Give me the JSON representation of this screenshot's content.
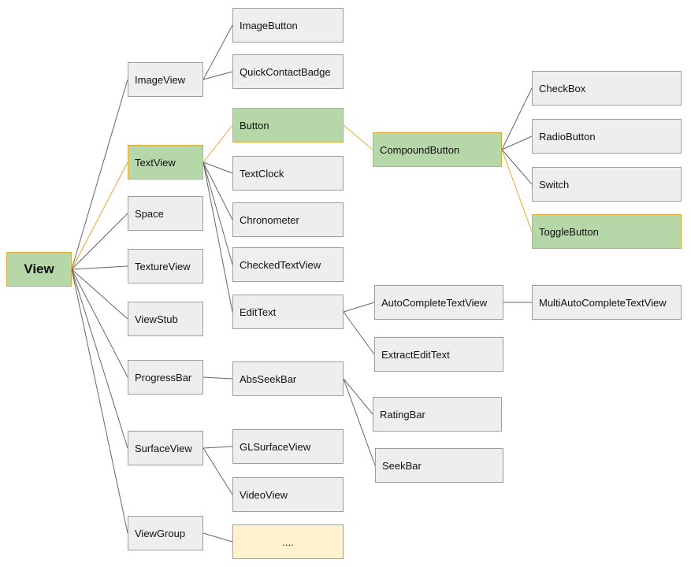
{
  "colors": {
    "node_fill": "#eeeeee",
    "node_border": "#9e9e9e",
    "highlight_fill": "#b6d7a8",
    "highlight_border": "#e6a935",
    "placeholder_fill": "#fff2cc",
    "edge": "#666666",
    "highlight_edge": "#e6a935"
  },
  "nodes": {
    "view": "View",
    "imageview": "ImageView",
    "textview": "TextView",
    "space": "Space",
    "textureview": "TextureView",
    "viewstub": "ViewStub",
    "progressbar": "ProgressBar",
    "surfaceview": "SurfaceView",
    "viewgroup": "ViewGroup",
    "imagebutton": "ImageButton",
    "quickcontactbadge": "QuickContactBadge",
    "button": "Button",
    "textclock": "TextClock",
    "chronometer": "Chronometer",
    "checkedtextview": "CheckedTextView",
    "edittext": "EditText",
    "absseekbar": "AbsSeekBar",
    "glsurfaceview": "GLSurfaceView",
    "videoview": "VideoView",
    "more": "....",
    "compoundbutton": "CompoundButton",
    "autocompletetextview": "AutoCompleteTextView",
    "extractedittext": "ExtractEditText",
    "ratingbar": "RatingBar",
    "seekbar": "SeekBar",
    "checkbox": "CheckBox",
    "radiobutton": "RadioButton",
    "switch": "Switch",
    "togglebutton": "ToggleButton",
    "multiautocompletetextview": "MultiAutoCompleteTextView"
  },
  "edges": [
    {
      "from": "view",
      "to": "imageview",
      "highlight": false
    },
    {
      "from": "view",
      "to": "textview",
      "highlight": true
    },
    {
      "from": "view",
      "to": "space",
      "highlight": false
    },
    {
      "from": "view",
      "to": "textureview",
      "highlight": false
    },
    {
      "from": "view",
      "to": "viewstub",
      "highlight": false
    },
    {
      "from": "view",
      "to": "progressbar",
      "highlight": false
    },
    {
      "from": "view",
      "to": "surfaceview",
      "highlight": false
    },
    {
      "from": "view",
      "to": "viewgroup",
      "highlight": false
    },
    {
      "from": "imageview",
      "to": "imagebutton",
      "highlight": false
    },
    {
      "from": "imageview",
      "to": "quickcontactbadge",
      "highlight": false
    },
    {
      "from": "textview",
      "to": "button",
      "highlight": true
    },
    {
      "from": "textview",
      "to": "textclock",
      "highlight": false
    },
    {
      "from": "textview",
      "to": "chronometer",
      "highlight": false
    },
    {
      "from": "textview",
      "to": "checkedtextview",
      "highlight": false
    },
    {
      "from": "textview",
      "to": "edittext",
      "highlight": false
    },
    {
      "from": "button",
      "to": "compoundbutton",
      "highlight": true
    },
    {
      "from": "compoundbutton",
      "to": "checkbox",
      "highlight": false
    },
    {
      "from": "compoundbutton",
      "to": "radiobutton",
      "highlight": false
    },
    {
      "from": "compoundbutton",
      "to": "switch",
      "highlight": false
    },
    {
      "from": "compoundbutton",
      "to": "togglebutton",
      "highlight": true
    },
    {
      "from": "edittext",
      "to": "autocompletetextview",
      "highlight": false
    },
    {
      "from": "edittext",
      "to": "extractedittext",
      "highlight": false
    },
    {
      "from": "autocompletetextview",
      "to": "multiautocompletetextview",
      "highlight": false
    },
    {
      "from": "progressbar",
      "to": "absseekbar",
      "highlight": false
    },
    {
      "from": "absseekbar",
      "to": "ratingbar",
      "highlight": false
    },
    {
      "from": "absseekbar",
      "to": "seekbar",
      "highlight": false
    },
    {
      "from": "surfaceview",
      "to": "glsurfaceview",
      "highlight": false
    },
    {
      "from": "surfaceview",
      "to": "videoview",
      "highlight": false
    },
    {
      "from": "viewgroup",
      "to": "more",
      "highlight": false
    }
  ]
}
